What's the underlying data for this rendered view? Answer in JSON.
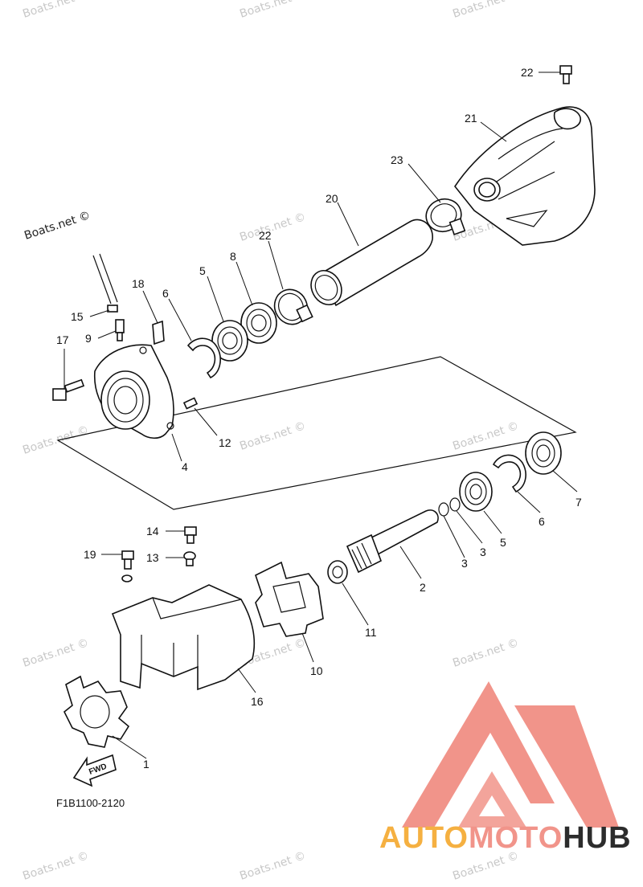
{
  "diagram": {
    "code": "F1B1100-2120",
    "fwd_label": "FWD",
    "watermark_text": "Boats.net ©",
    "callouts": {
      "c22a": "22",
      "c21": "21",
      "c23": "23",
      "c20": "20",
      "c22b": "22",
      "c8a": "8",
      "c5a": "5",
      "c6a": "6",
      "c18": "18",
      "c15": "15",
      "c9": "9",
      "c17": "17",
      "c12": "12",
      "c4": "4",
      "c7": "7",
      "c6b": "6",
      "c5b": "5",
      "c3a": "3",
      "c3b": "3",
      "c2": "2",
      "c14": "14",
      "c13": "13",
      "c19": "19",
      "c11": "11",
      "c10": "10",
      "c16": "16",
      "c1": "1"
    }
  },
  "logo": {
    "part1": "AUTO",
    "part2": "MOTO",
    "part3": "HUB",
    "colors": {
      "auto": "#f5b041",
      "moto": "#f1948a",
      "hub": "#2c2c2c",
      "triangle": "#f1948a"
    }
  }
}
